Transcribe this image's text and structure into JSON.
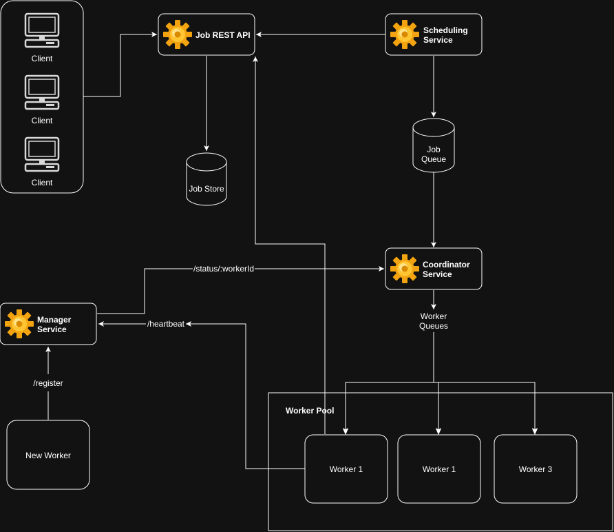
{
  "colors": {
    "background": "#121212",
    "stroke": "#ffffff",
    "text": "#ffffff",
    "gear_outer": "#f2a30f",
    "gear_inner": "#ffd24a"
  },
  "clients": {
    "items": [
      {
        "label": "Client",
        "icon": "computer-icon"
      },
      {
        "label": "Client",
        "icon": "computer-icon"
      },
      {
        "label": "Client",
        "icon": "computer-icon"
      }
    ]
  },
  "services": {
    "job_rest_api": {
      "title": "Job REST API",
      "icon": "gear-icon"
    },
    "scheduling": {
      "line1": "Scheduling",
      "line2": "Service",
      "icon": "gear-icon"
    },
    "coordinator": {
      "line1": "Coordinator",
      "line2": "Service",
      "icon": "gear-icon"
    },
    "manager": {
      "line1": "Manager",
      "line2": "Service",
      "icon": "gear-icon"
    }
  },
  "stores": {
    "job_store": {
      "label": "Job Store"
    },
    "job_queue": {
      "line1": "Job",
      "line2": "Queue"
    }
  },
  "labels": {
    "worker_queues_1": "Worker",
    "worker_queues_2": "Queues",
    "status_endpoint": "/status/:workerId",
    "heartbeat_endpoint": "/heartbeat",
    "register_endpoint": "/register"
  },
  "new_worker": {
    "label": "New Worker"
  },
  "worker_pool": {
    "title": "Worker Pool",
    "workers": [
      "Worker 1",
      "Worker 1",
      "Worker 3"
    ]
  }
}
